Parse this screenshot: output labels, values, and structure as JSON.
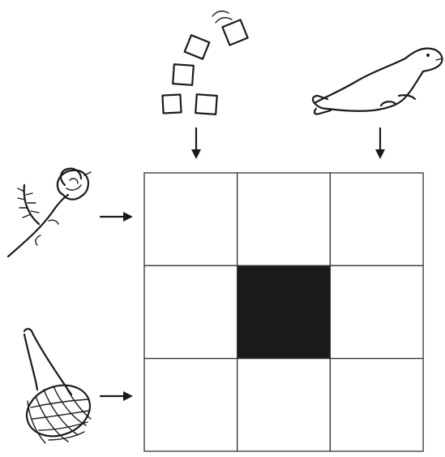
{
  "puzzle": {
    "rows": 3,
    "cols": 3,
    "shaded_cells": [
      [
        1,
        1
      ]
    ],
    "colors": {
      "line": "#333333",
      "shaded": "#1a1a1a",
      "background": "#ffffff"
    }
  },
  "clues": {
    "columns": [
      {
        "col": 0,
        "icon": "stacked-blocks-icon"
      },
      {
        "col": 2,
        "icon": "seal-icon"
      }
    ],
    "rows": [
      {
        "row": 0,
        "icon": "rose-icon"
      },
      {
        "row": 2,
        "icon": "fishing-net-icon"
      }
    ]
  }
}
